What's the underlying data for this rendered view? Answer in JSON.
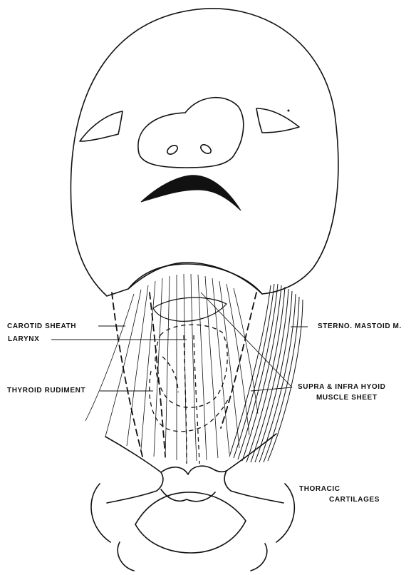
{
  "labels": {
    "carotid_sheath": "CAROTID  SHEATH",
    "larynx": "LARYNX",
    "thyroid_rudiment": "THYROID  RUDIMENT",
    "sterno_mastoid": "STERNO. MASTOID M.",
    "supra_infra_hyoid_line1": "SUPRA & INFRA  HYOID",
    "supra_infra_hyoid_line2": "MUSCLE  SHEET",
    "thoracic_line1": "THORACIC",
    "thoracic_line2": "CARTILAGES"
  },
  "colors": {
    "ink": "#111111",
    "paper": "#ffffff"
  }
}
